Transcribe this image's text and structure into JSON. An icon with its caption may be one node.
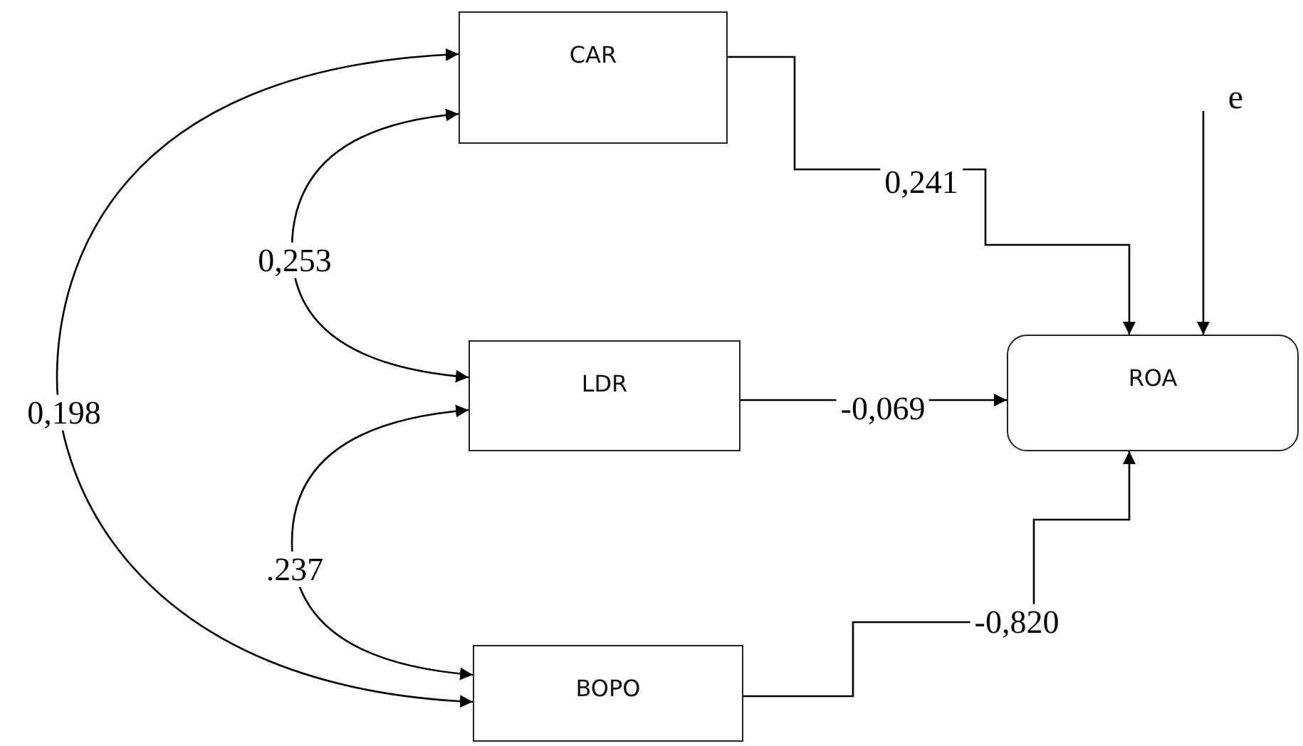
{
  "diagram": {
    "nodes": [
      {
        "text": [
          "CAR"
        ]
      },
      {
        "text": [
          "LDR"
        ]
      },
      {
        "text": [
          "BOPO"
        ]
      },
      {
        "text": [
          "ROA"
        ]
      },
      {
        "text": [
          "e"
        ]
      }
    ],
    "edges": [
      {
        "from": 0,
        "to": 1,
        "arrow": "both",
        "label": "0,253"
      },
      {
        "from": 1,
        "to": 2,
        "arrow": "both",
        "label": ".237"
      },
      {
        "from": 0,
        "to": 2,
        "arrow": "both",
        "label": "0,198"
      },
      {
        "from": 0,
        "to": 3,
        "arrow": "to",
        "label": "0,241"
      },
      {
        "from": 1,
        "to": 3,
        "arrow": "to",
        "label": "-0,069"
      },
      {
        "from": 2,
        "to": 3,
        "arrow": "to",
        "label": "-0,820"
      },
      {
        "from": 4,
        "to": 3,
        "arrow": "to"
      }
    ]
  }
}
